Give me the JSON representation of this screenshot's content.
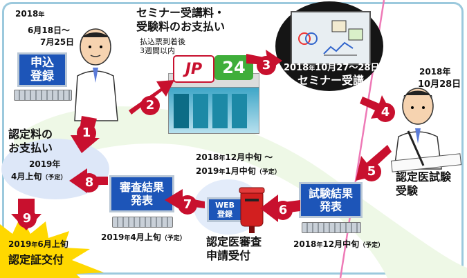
{
  "colors": {
    "step_arrow": "#c8102e",
    "monitor": "#1d55b8",
    "frame": "#9cc9dd",
    "star": "#ffd800",
    "line": "#ee7ab7",
    "cloud": "#d9e4f7"
  },
  "step1": {
    "year": "2018",
    "nen": "年",
    "from_date": "6月18日～",
    "to_date": "7月25日",
    "monitor_line1": "申込",
    "monitor_line2": "登録"
  },
  "step2": {
    "title_line1": "セミナー受講料・",
    "title_line2": "受験料のお支払い",
    "note_line1": "払込票到着後",
    "note_line2": "3週間以内",
    "logo_jp": "JP",
    "logo_24": "24"
  },
  "step3": {
    "date_prefix": "2018",
    "date_nen": "年",
    "date_range": "10月27～28日",
    "caption": "セミナー受講"
  },
  "step4": {
    "year": "2018年",
    "date": "10月28日",
    "caption_line1": "認定医試験",
    "caption_line2": "受験"
  },
  "step5": {
    "period_line1_year": "2018",
    "period_line1_nen": "年",
    "period_line1_rest": "12月中旬 ～",
    "period_line2_year": "2019",
    "period_line2_nen": "年",
    "period_line2_rest": "1月中旬",
    "period_note": "（予定）",
    "monitor_line1": "試験結果",
    "monitor_line2": "発表",
    "bottom_year": "2018",
    "bottom_nen": "年",
    "bottom_rest": "12月中旬",
    "bottom_note": "（予定）"
  },
  "step6": {
    "web_line1": "WEB",
    "web_line2": "登録",
    "caption_line1": "認定医審査",
    "caption_line2": "申請受付"
  },
  "step7": {
    "monitor_line1": "審査結果",
    "monitor_line2": "発表",
    "date_year": "2019",
    "date_nen": "年",
    "date_rest": "4月上旬",
    "date_note": "（予定）"
  },
  "step8": {
    "title_line1": "認定料の",
    "title_line2": "お支払い",
    "year": "2019年",
    "date": "4月上旬",
    "note": "（予定）"
  },
  "step9": {
    "date_year": "2019",
    "date_nen": "年",
    "date_rest": "6月上旬",
    "caption": "認定証交付"
  },
  "badges": [
    "1",
    "2",
    "3",
    "4",
    "5",
    "6",
    "7",
    "8",
    "9"
  ]
}
